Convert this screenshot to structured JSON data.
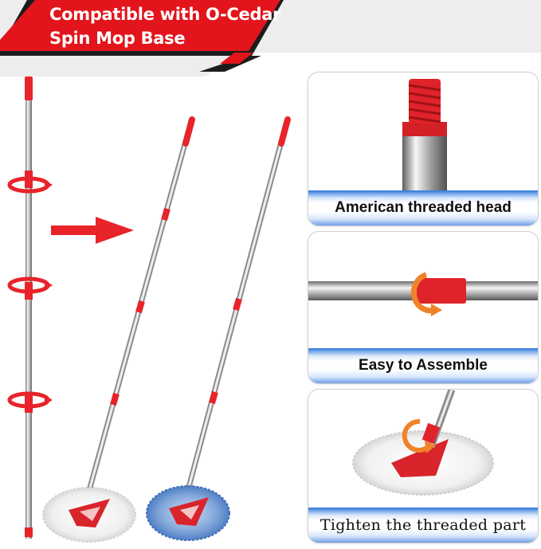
{
  "banner": {
    "line1": "Compatible with O-Cedar",
    "line2": "Spin Mop Base"
  },
  "colors": {
    "banner_red": "#e3141c",
    "banner_dark": "#1c1c1c",
    "accent_red": "#e8232a",
    "caption_blue": "#2f73d6"
  },
  "illustration": {
    "arrow_icon": "right-arrow-icon",
    "mop_heads": [
      "white-mop-head",
      "blue-mop-head"
    ]
  },
  "panels": [
    {
      "caption": "American threaded head"
    },
    {
      "caption": "Easy to Assemble"
    },
    {
      "caption": "Tighten the threaded part"
    }
  ]
}
